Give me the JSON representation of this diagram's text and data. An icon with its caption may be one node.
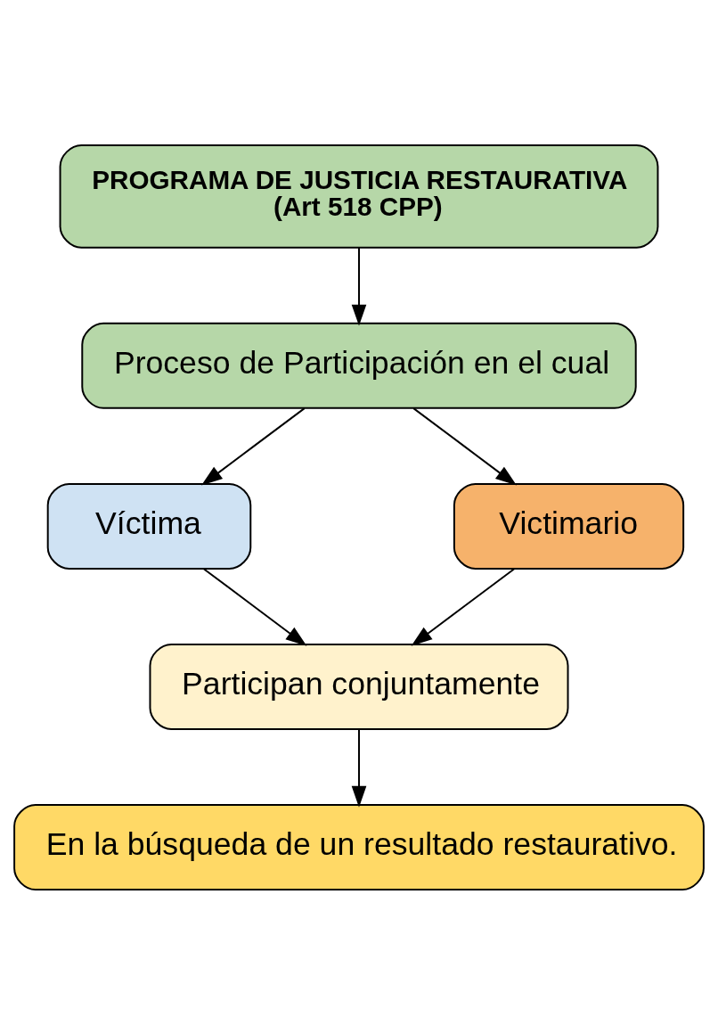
{
  "diagram": {
    "nodes": [
      {
        "text": [
          "PROGRAMA DE JUSTICIA RESTAURATIVA",
          "(Art 518 CPP)"
        ]
      },
      {
        "text": [
          "Proceso de Participación en el cual"
        ]
      },
      {
        "text": [
          "Víctima"
        ]
      },
      {
        "text": [
          "Victimario"
        ]
      },
      {
        "text": [
          "Participan conjuntamente"
        ]
      },
      {
        "text": [
          "En la búsqueda de un resultado restaurativo."
        ]
      }
    ],
    "edges": [
      {
        "from": 0,
        "to": 1,
        "arrow": "to"
      },
      {
        "from": 1,
        "to": 2,
        "arrow": "to"
      },
      {
        "from": 1,
        "to": 3,
        "arrow": "to"
      },
      {
        "from": 2,
        "to": 4,
        "arrow": "to"
      },
      {
        "from": 3,
        "to": 4,
        "arrow": "to"
      },
      {
        "from": 4,
        "to": 5,
        "arrow": "to"
      }
    ]
  }
}
